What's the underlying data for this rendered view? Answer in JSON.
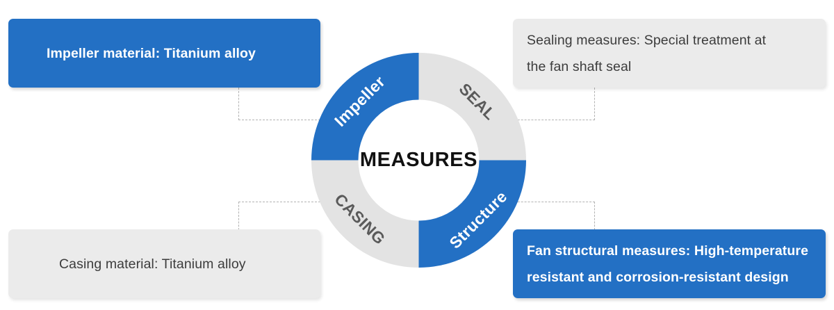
{
  "theme": {
    "accent": "#2370c4",
    "muted_fill": "#e3e3e3",
    "box_muted_fill": "#ebebeb",
    "connector": "#b2b2b2",
    "center_text": "#111111",
    "dark_label": "#5a5a5a",
    "light_label": "#ffffff",
    "background": "#ffffff"
  },
  "donut": {
    "center_title": "MEASURES",
    "segments": [
      {
        "key": "impeller",
        "label": "Impeller",
        "style": "accent",
        "quadrant": "top-left",
        "label_color": "#ffffff"
      },
      {
        "key": "seal",
        "label": "SEAL",
        "style": "muted",
        "quadrant": "top-right",
        "label_color": "#5a5a5a"
      },
      {
        "key": "structure",
        "label": "Structure",
        "style": "accent",
        "quadrant": "bottom-right",
        "label_color": "#ffffff"
      },
      {
        "key": "casing",
        "label": "CASING",
        "style": "muted",
        "quadrant": "bottom-left",
        "label_color": "#5a5a5a"
      }
    ]
  },
  "callouts": {
    "impeller": {
      "style": "accent",
      "lines": [
        "Impeller material: Titanium alloy"
      ]
    },
    "seal": {
      "style": "muted",
      "lines": [
        "Sealing measures: Special treatment at",
        "the fan shaft seal"
      ]
    },
    "casing": {
      "style": "muted",
      "lines": [
        "Casing material: Titanium alloy"
      ]
    },
    "structure": {
      "style": "accent",
      "lines": [
        "Fan structural measures: High-temperature",
        "resistant and corrosion-resistant design"
      ]
    }
  }
}
